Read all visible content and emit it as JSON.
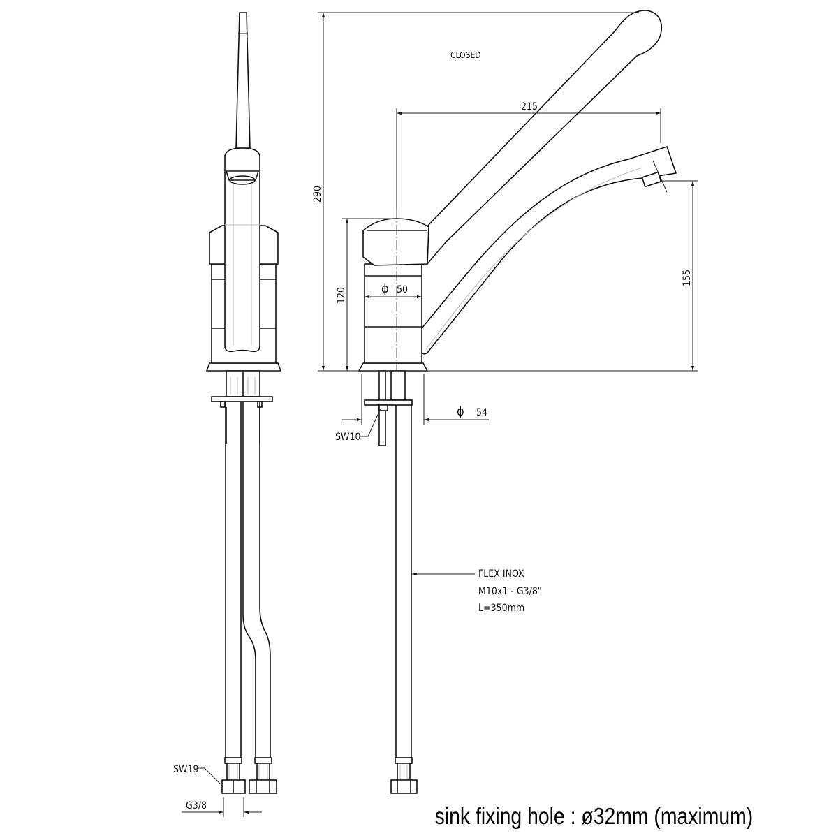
{
  "drawing": {
    "state_label": "CLOSED",
    "dimensions": {
      "spout_reach": "215",
      "total_height": "290",
      "body_height": "120",
      "spout_height": "155",
      "body_diameter": "50",
      "base_diameter": "54",
      "diameter_symbol": "ϕ"
    },
    "callouts": {
      "sw10": "SW10",
      "sw19": "SW19",
      "g38": "G3/8",
      "flex_line1": "FLEX INOX",
      "flex_line2": "M10x1 - G3/8\"",
      "flex_line3": "L=350mm"
    },
    "note": "sink fixing hole : ø32mm (maximum)"
  }
}
